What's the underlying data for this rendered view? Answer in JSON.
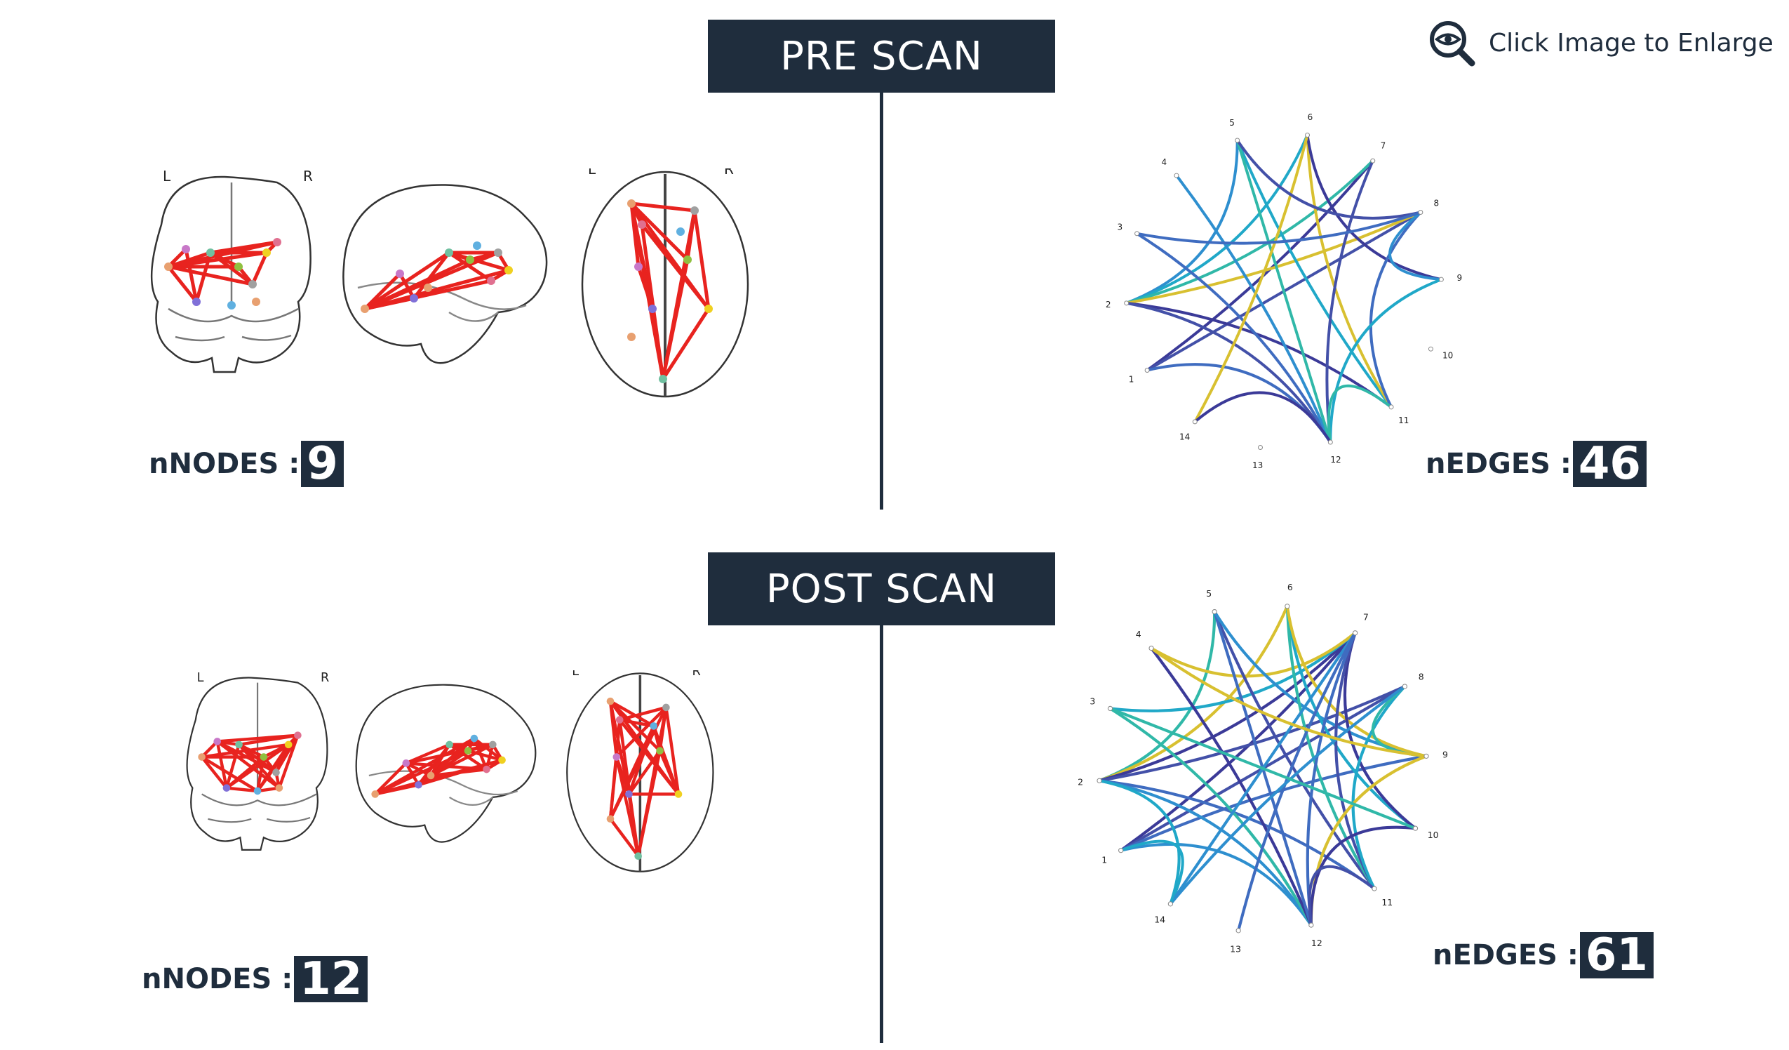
{
  "enlarge": {
    "label": "Click Image to Enlarge",
    "icon": "magnifier-eye-icon"
  },
  "colors": {
    "banner": "#1f2d3d",
    "edge": "#e8231f"
  },
  "brain_orientation_labels": {
    "left": "L",
    "right": "R"
  },
  "chord_node_labels": [
    "1",
    "2",
    "3",
    "4",
    "5",
    "6",
    "7",
    "8",
    "9",
    "10",
    "11",
    "12",
    "13",
    "14"
  ],
  "panels": [
    {
      "id": "pre",
      "title": "PRE SCAN",
      "nodes_label": "nNODES :",
      "nodes_value": "9",
      "edges_label": "nEDGES :",
      "edges_value": "46"
    },
    {
      "id": "post",
      "title": "POST SCAN",
      "nodes_label": "nNODES :",
      "nodes_value": "12",
      "edges_label": "nEDGES :",
      "edges_value": "61"
    }
  ]
}
